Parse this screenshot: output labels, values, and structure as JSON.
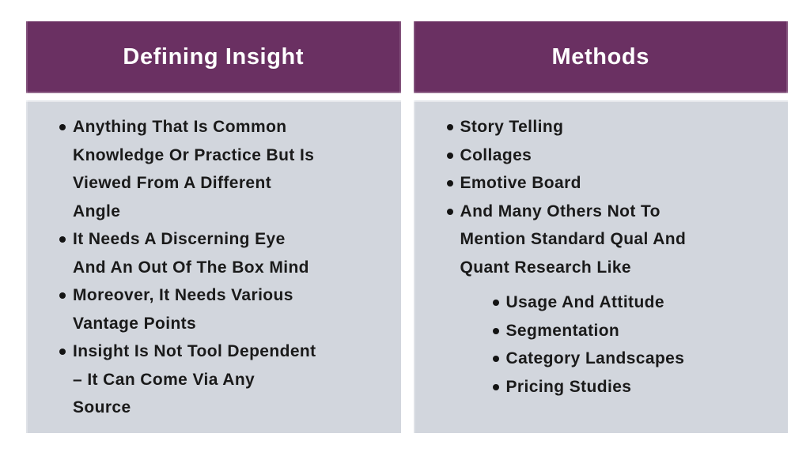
{
  "colors": {
    "page_bg": "#FFFFFF",
    "header_bg": "#6A3062",
    "header_text": "#FFFFFF",
    "body_bg": "#D2D6DD",
    "body_text": "#1A1A1A",
    "bullet_color": "#141414"
  },
  "panels": [
    {
      "title": "Defining Insight",
      "bullets": [
        "Anything That Is Common\nKnowledge Or Practice But Is\nViewed From A Different\nAngle",
        "It Needs A Discerning Eye\nAnd An Out Of The Box Mind",
        "Moreover, It Needs Various\nVantage Points",
        "Insight Is Not Tool Dependent\n– It Can Come Via Any\nSource"
      ]
    },
    {
      "title": "Methods",
      "bullets": [
        "Story Telling",
        "Collages",
        "Emotive Board",
        "And Many Others Not To\nMention Standard Qual And\nQuant Research Like"
      ],
      "sub_bullets": [
        "Usage And Attitude",
        "Segmentation",
        "Category Landscapes",
        "Pricing Studies"
      ]
    }
  ]
}
